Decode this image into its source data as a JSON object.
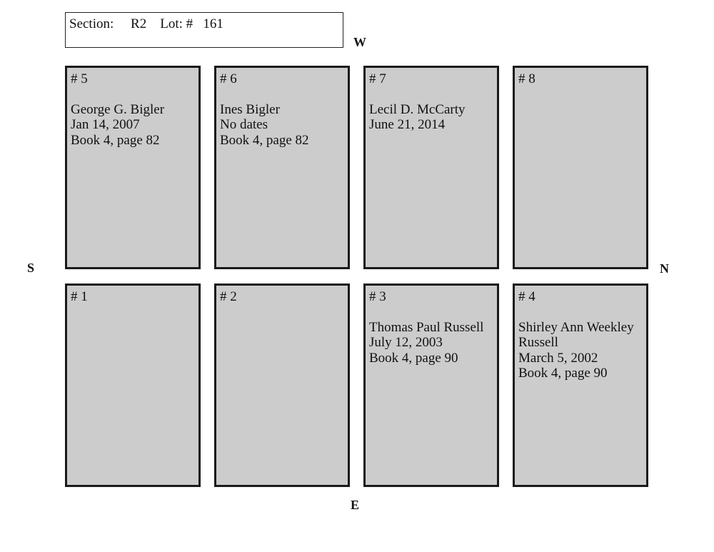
{
  "header": {
    "section_label": "Section:",
    "section_value": "R2",
    "lot_label": "Lot: #",
    "lot_value": "161"
  },
  "compass": {
    "north": "N",
    "south": "S",
    "east": "E",
    "west": "W"
  },
  "plots": [
    {
      "number": "# 5",
      "lines": [
        "George G. Bigler",
        "Jan 14, 2007",
        "Book 4, page 82"
      ]
    },
    {
      "number": "# 6",
      "lines": [
        "Ines Bigler",
        "No dates",
        "Book 4, page 82"
      ]
    },
    {
      "number": "# 7",
      "lines": [
        "Lecil D. McCarty",
        "June 21, 2014"
      ]
    },
    {
      "number": "# 8",
      "lines": []
    },
    {
      "number": "# 1",
      "lines": []
    },
    {
      "number": "# 2",
      "lines": []
    },
    {
      "number": "# 3",
      "lines": [
        "Thomas Paul Russell",
        "July 12, 2003",
        "Book 4, page 90"
      ]
    },
    {
      "number": "# 4",
      "lines": [
        "Shirley Ann Weekley",
        "Russell",
        "March 5, 2002",
        "Book 4, page 90"
      ]
    }
  ],
  "colors": {
    "plot_fill": "#cccccc",
    "border": "#1a1a1a"
  }
}
